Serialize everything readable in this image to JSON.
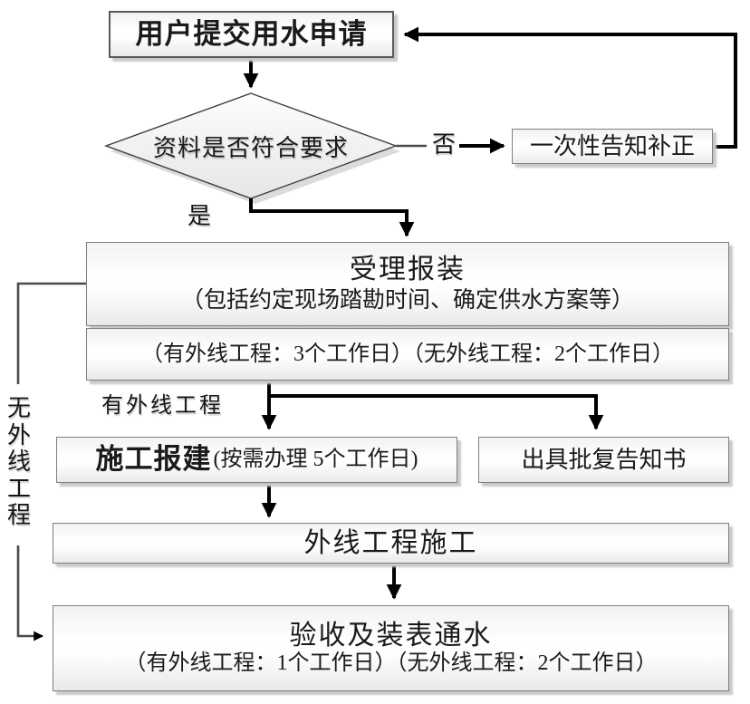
{
  "flowchart": {
    "type": "flowchart",
    "nodes": {
      "submit": {
        "label": "用户提交用水申请"
      },
      "decision": {
        "label": "资料是否符合要求"
      },
      "notify": {
        "label": "一次性告知补正"
      },
      "accept": {
        "title": "受理报装",
        "subtitle": "（包括约定现场踏勘时间、确定供水方案等）",
        "durations": "（有外线工程：3个工作日）（无外线工程：2个工作日）"
      },
      "construction": {
        "title": "施工报建",
        "note": "(按需办理 5个工作日)"
      },
      "reply": {
        "label": "出具批复告知书"
      },
      "pipeline": {
        "label": "外线工程施工"
      },
      "acceptance": {
        "title": "验收及装表通水",
        "durations": "（有外线工程：1个工作日）（无外线工程：2个工作日）"
      }
    },
    "edge_labels": {
      "no": "否",
      "yes": "是",
      "has_outline": "有外线工程",
      "no_outline": "无外线工程"
    },
    "colors": {
      "arrow": "#000000",
      "connector": "#4a4a4a",
      "box_border": "#7f7f7f",
      "box_shadow": "#c9c9c9",
      "diamond_fill_top": "#fdfdfd",
      "diamond_fill_bottom": "#e6e6e6"
    }
  }
}
